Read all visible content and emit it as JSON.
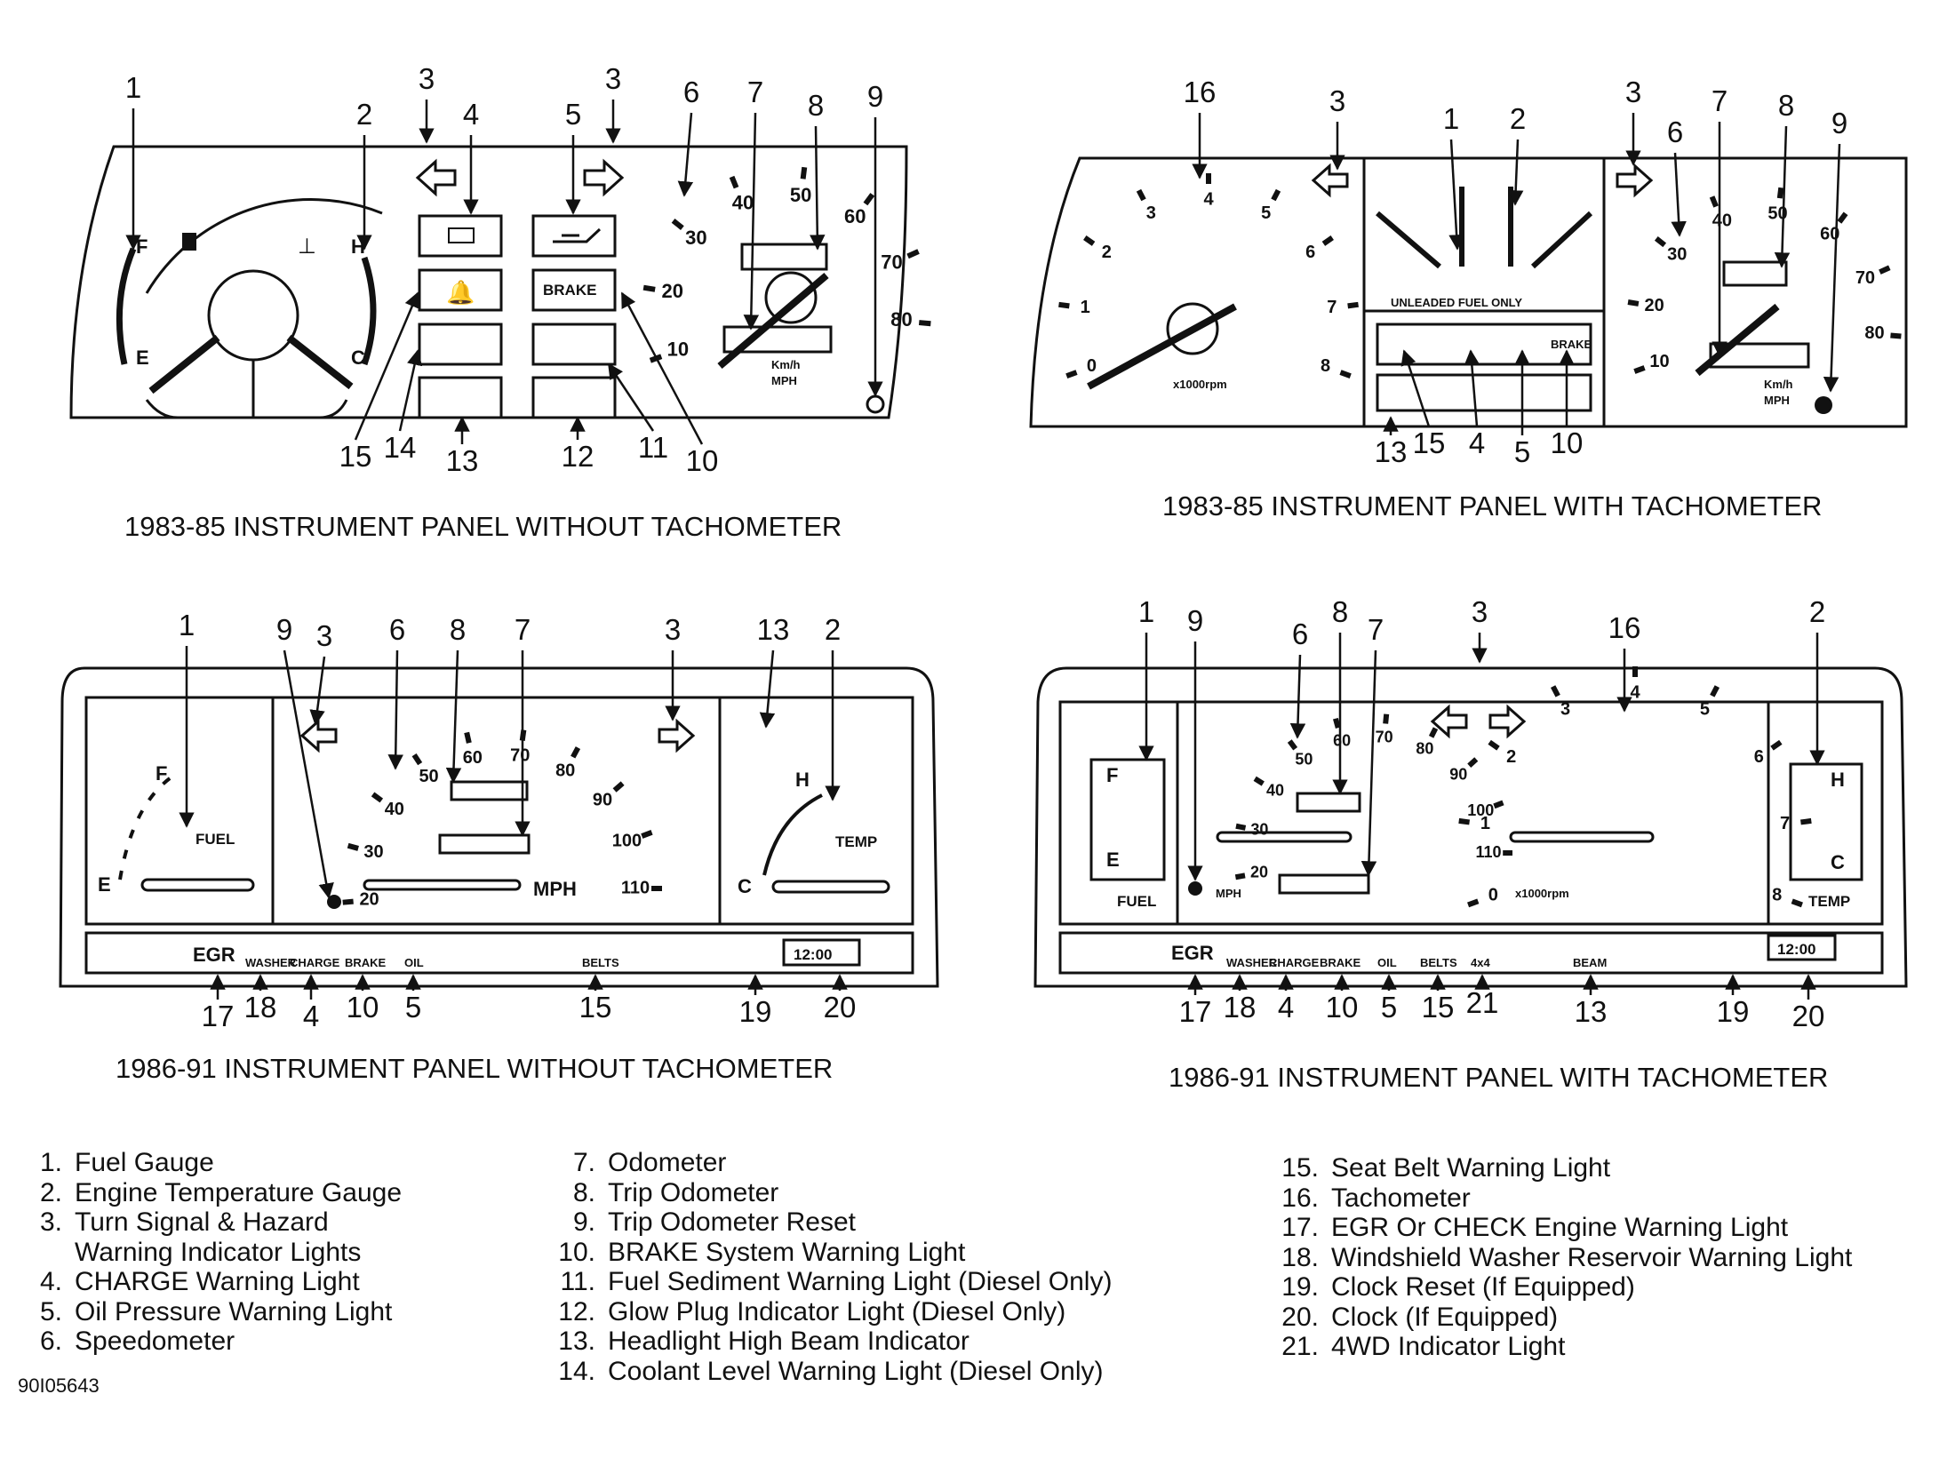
{
  "figure_code": "90I05643",
  "panels": {
    "p1": {
      "caption": "1983-85 INSTRUMENT PANEL WITHOUT TACHOMETER"
    },
    "p2": {
      "caption": "1983-85 INSTRUMENT PANEL WITH TACHOMETER"
    },
    "p3": {
      "caption": "1986-91 INSTRUMENT PANEL WITHOUT TACHOMETER"
    },
    "p4": {
      "caption": "1986-91 INSTRUMENT PANEL WITH TACHOMETER"
    }
  },
  "callouts": {
    "p1": [
      "1",
      "2",
      "3",
      "3",
      "4",
      "5",
      "6",
      "7",
      "8",
      "9",
      "10",
      "11",
      "12",
      "13",
      "14",
      "15"
    ],
    "p2": [
      "16",
      "3",
      "1",
      "2",
      "3",
      "6",
      "7",
      "8",
      "9",
      "13",
      "15",
      "4",
      "5",
      "10"
    ],
    "p3": [
      "1",
      "9",
      "3",
      "6",
      "8",
      "7",
      "3",
      "13",
      "2",
      "17",
      "18",
      "4",
      "10",
      "5",
      "15",
      "19",
      "20"
    ],
    "p4": [
      "1",
      "9",
      "6",
      "8",
      "7",
      "3",
      "16",
      "2",
      "17",
      "18",
      "4",
      "10",
      "5",
      "15",
      "21",
      "13",
      "19",
      "20"
    ]
  },
  "gauge_text": {
    "brake": "BRAKE",
    "kmh": "Km/h",
    "mph": "MPH",
    "unleaded": "UNLEADED FUEL ONLY",
    "rpm": "x1000rpm",
    "fuel": "FUEL",
    "temp": "TEMP",
    "egr": "EGR",
    "washer": "WASHER",
    "charge": "CHARGE",
    "oil": "OIL",
    "belts": "BELTS",
    "beam": "BEAM",
    "fourwd": "4x4",
    "clock": "12:00",
    "f": "F",
    "e": "E",
    "h": "H",
    "c": "C"
  },
  "speed_marks_a": [
    "10",
    "20",
    "30",
    "40",
    "50",
    "60",
    "70",
    "80"
  ],
  "speed_marks_b": [
    "20",
    "30",
    "40",
    "50",
    "60",
    "70",
    "80",
    "90",
    "100",
    "110"
  ],
  "rpm_marks": [
    "0",
    "1",
    "2",
    "3",
    "4",
    "5",
    "6",
    "7",
    "8"
  ],
  "legend": [
    {
      "num": "1.",
      "text": "Fuel Gauge"
    },
    {
      "num": "2.",
      "text": "Engine Temperature Gauge"
    },
    {
      "num": "3.",
      "text": "Turn Signal & Hazard",
      "cont": "Warning Indicator Lights"
    },
    {
      "num": "4.",
      "text": "CHARGE Warning Light"
    },
    {
      "num": "5.",
      "text": "Oil Pressure Warning Light"
    },
    {
      "num": "6.",
      "text": "Speedometer"
    },
    {
      "num": "7.",
      "text": "Odometer"
    },
    {
      "num": "8.",
      "text": "Trip Odometer"
    },
    {
      "num": "9.",
      "text": "Trip Odometer Reset"
    },
    {
      "num": "10.",
      "text": "BRAKE System Warning Light"
    },
    {
      "num": "11.",
      "text": "Fuel Sediment Warning Light (Diesel Only)"
    },
    {
      "num": "12.",
      "text": "Glow Plug Indicator Light (Diesel Only)"
    },
    {
      "num": "13.",
      "text": "Headlight High Beam Indicator"
    },
    {
      "num": "14.",
      "text": "Coolant Level Warning Light (Diesel Only)"
    },
    {
      "num": "15.",
      "text": "Seat Belt Warning Light"
    },
    {
      "num": "16.",
      "text": "Tachometer"
    },
    {
      "num": "17.",
      "text": "EGR Or CHECK Engine Warning Light"
    },
    {
      "num": "18.",
      "text": "Windshield Washer Reservoir Warning Light"
    },
    {
      "num": "19.",
      "text": "Clock Reset (If Equipped)"
    },
    {
      "num": "20.",
      "text": "Clock (If Equipped)"
    },
    {
      "num": "21.",
      "text": "4WD Indicator Light"
    }
  ]
}
